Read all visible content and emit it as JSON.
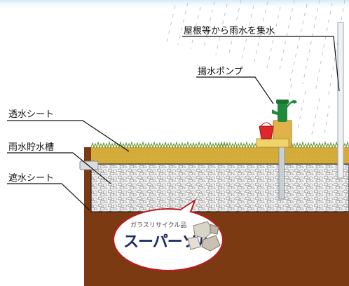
{
  "labels": {
    "collect": "屋根等から雨水を集水",
    "pump": "揚水ポンプ",
    "permeable_sheet": "透水シート",
    "storage_tank": "雨水貯水槽",
    "waterproof_sheet": "遮水シート"
  },
  "callout": {
    "tagline": "ガラスリサイクル品",
    "brand": "スーパーソル"
  },
  "colors": {
    "soil": "#7b3a12",
    "sand": "#d6ad3a",
    "grass": "#5f8f2c",
    "pipe": "#c9d0d4",
    "pump": "#1f8a3c",
    "pump_base": "#e2b24a",
    "bucket": "#e0252b",
    "brand": "#1b2a66"
  }
}
